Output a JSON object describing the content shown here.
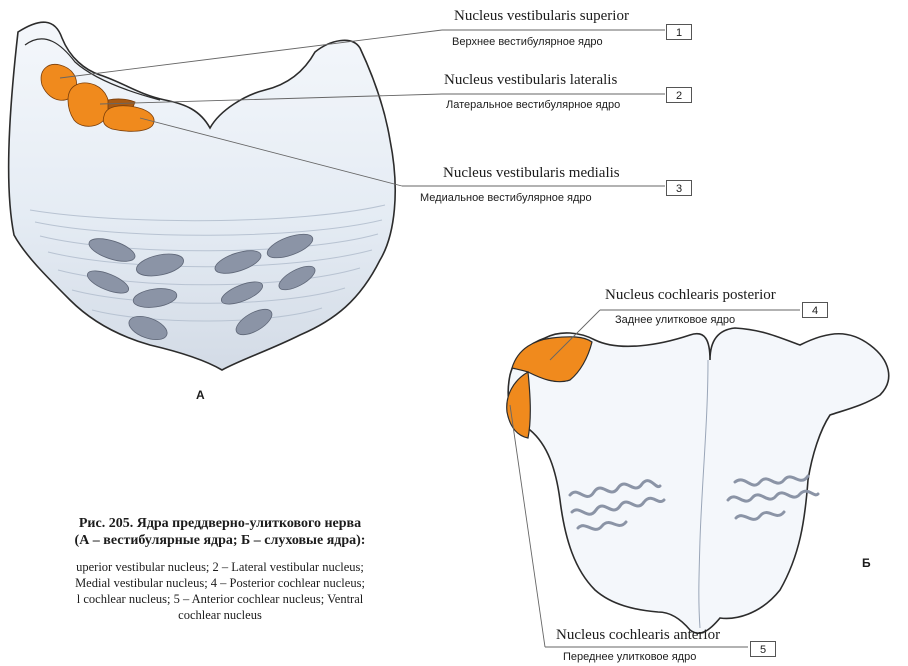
{
  "colors": {
    "nucleus_fill": "#f08a1d",
    "nucleus_dark": "#a85a14",
    "tissue": "#e6edf5",
    "tract": "#8b94a6",
    "outline": "#2c2c2c",
    "pointer": "#666666"
  },
  "panels": {
    "a": "А",
    "b": "Б"
  },
  "labels": [
    {
      "number": "1",
      "latin": "Nucleus vestibularis superior",
      "russian": "Верхнее вестибулярное ядро"
    },
    {
      "number": "2",
      "latin": "Nucleus vestibularis lateralis",
      "russian": "Латеральное вестибулярное ядро"
    },
    {
      "number": "3",
      "latin": "Nucleus vestibularis medialis",
      "russian": "Медиальное вестибулярное ядро"
    },
    {
      "number": "4",
      "latin": "Nucleus cochlearis posterior",
      "russian": "Заднее улитковое ядро"
    },
    {
      "number": "5",
      "latin": "Nucleus cochlearis anterior",
      "russian": "Переднее улитковое ядро"
    }
  ],
  "caption": {
    "title_line1": "Рис. 205. Ядра преддверно-улиткового нерва",
    "title_line2": "(А – вестибулярные ядра; Б – слуховые ядра):",
    "legend_lines": [
      "uperior vestibular nucleus; 2 – Lateral vestibular nucleus;",
      "Medial vestibular nucleus; 4 – Posterior cochlear nucleus;",
      "l cochlear nucleus; 5 – Anterior cochlear nucleus; Ventral",
      "cochlear nucleus"
    ]
  }
}
